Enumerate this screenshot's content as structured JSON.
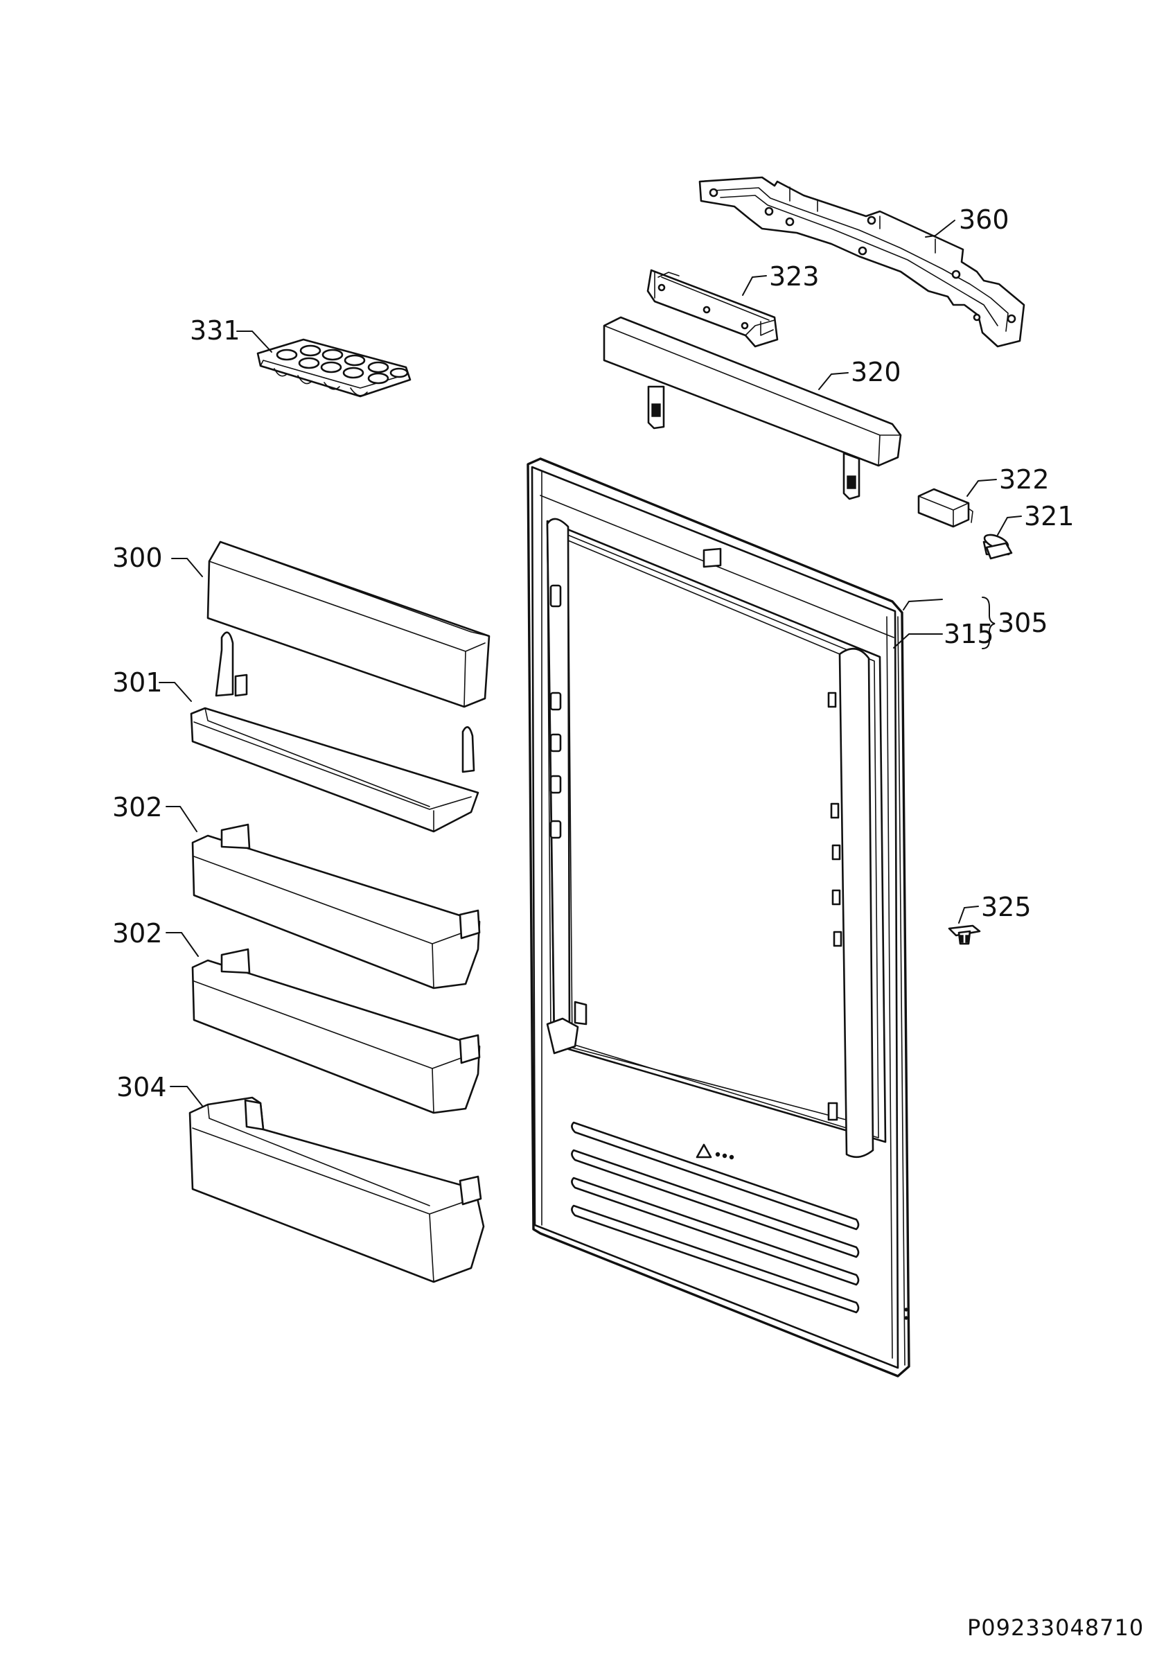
{
  "drawing_code": "P09233048710",
  "labels": {
    "l360": "360",
    "l323": "323",
    "l331": "331",
    "l320": "320",
    "l322": "322",
    "l321": "321",
    "l300": "300",
    "l305": "305",
    "l315": "315",
    "l301": "301",
    "l302a": "302",
    "l302b": "302",
    "l304": "304",
    "l325": "325"
  }
}
